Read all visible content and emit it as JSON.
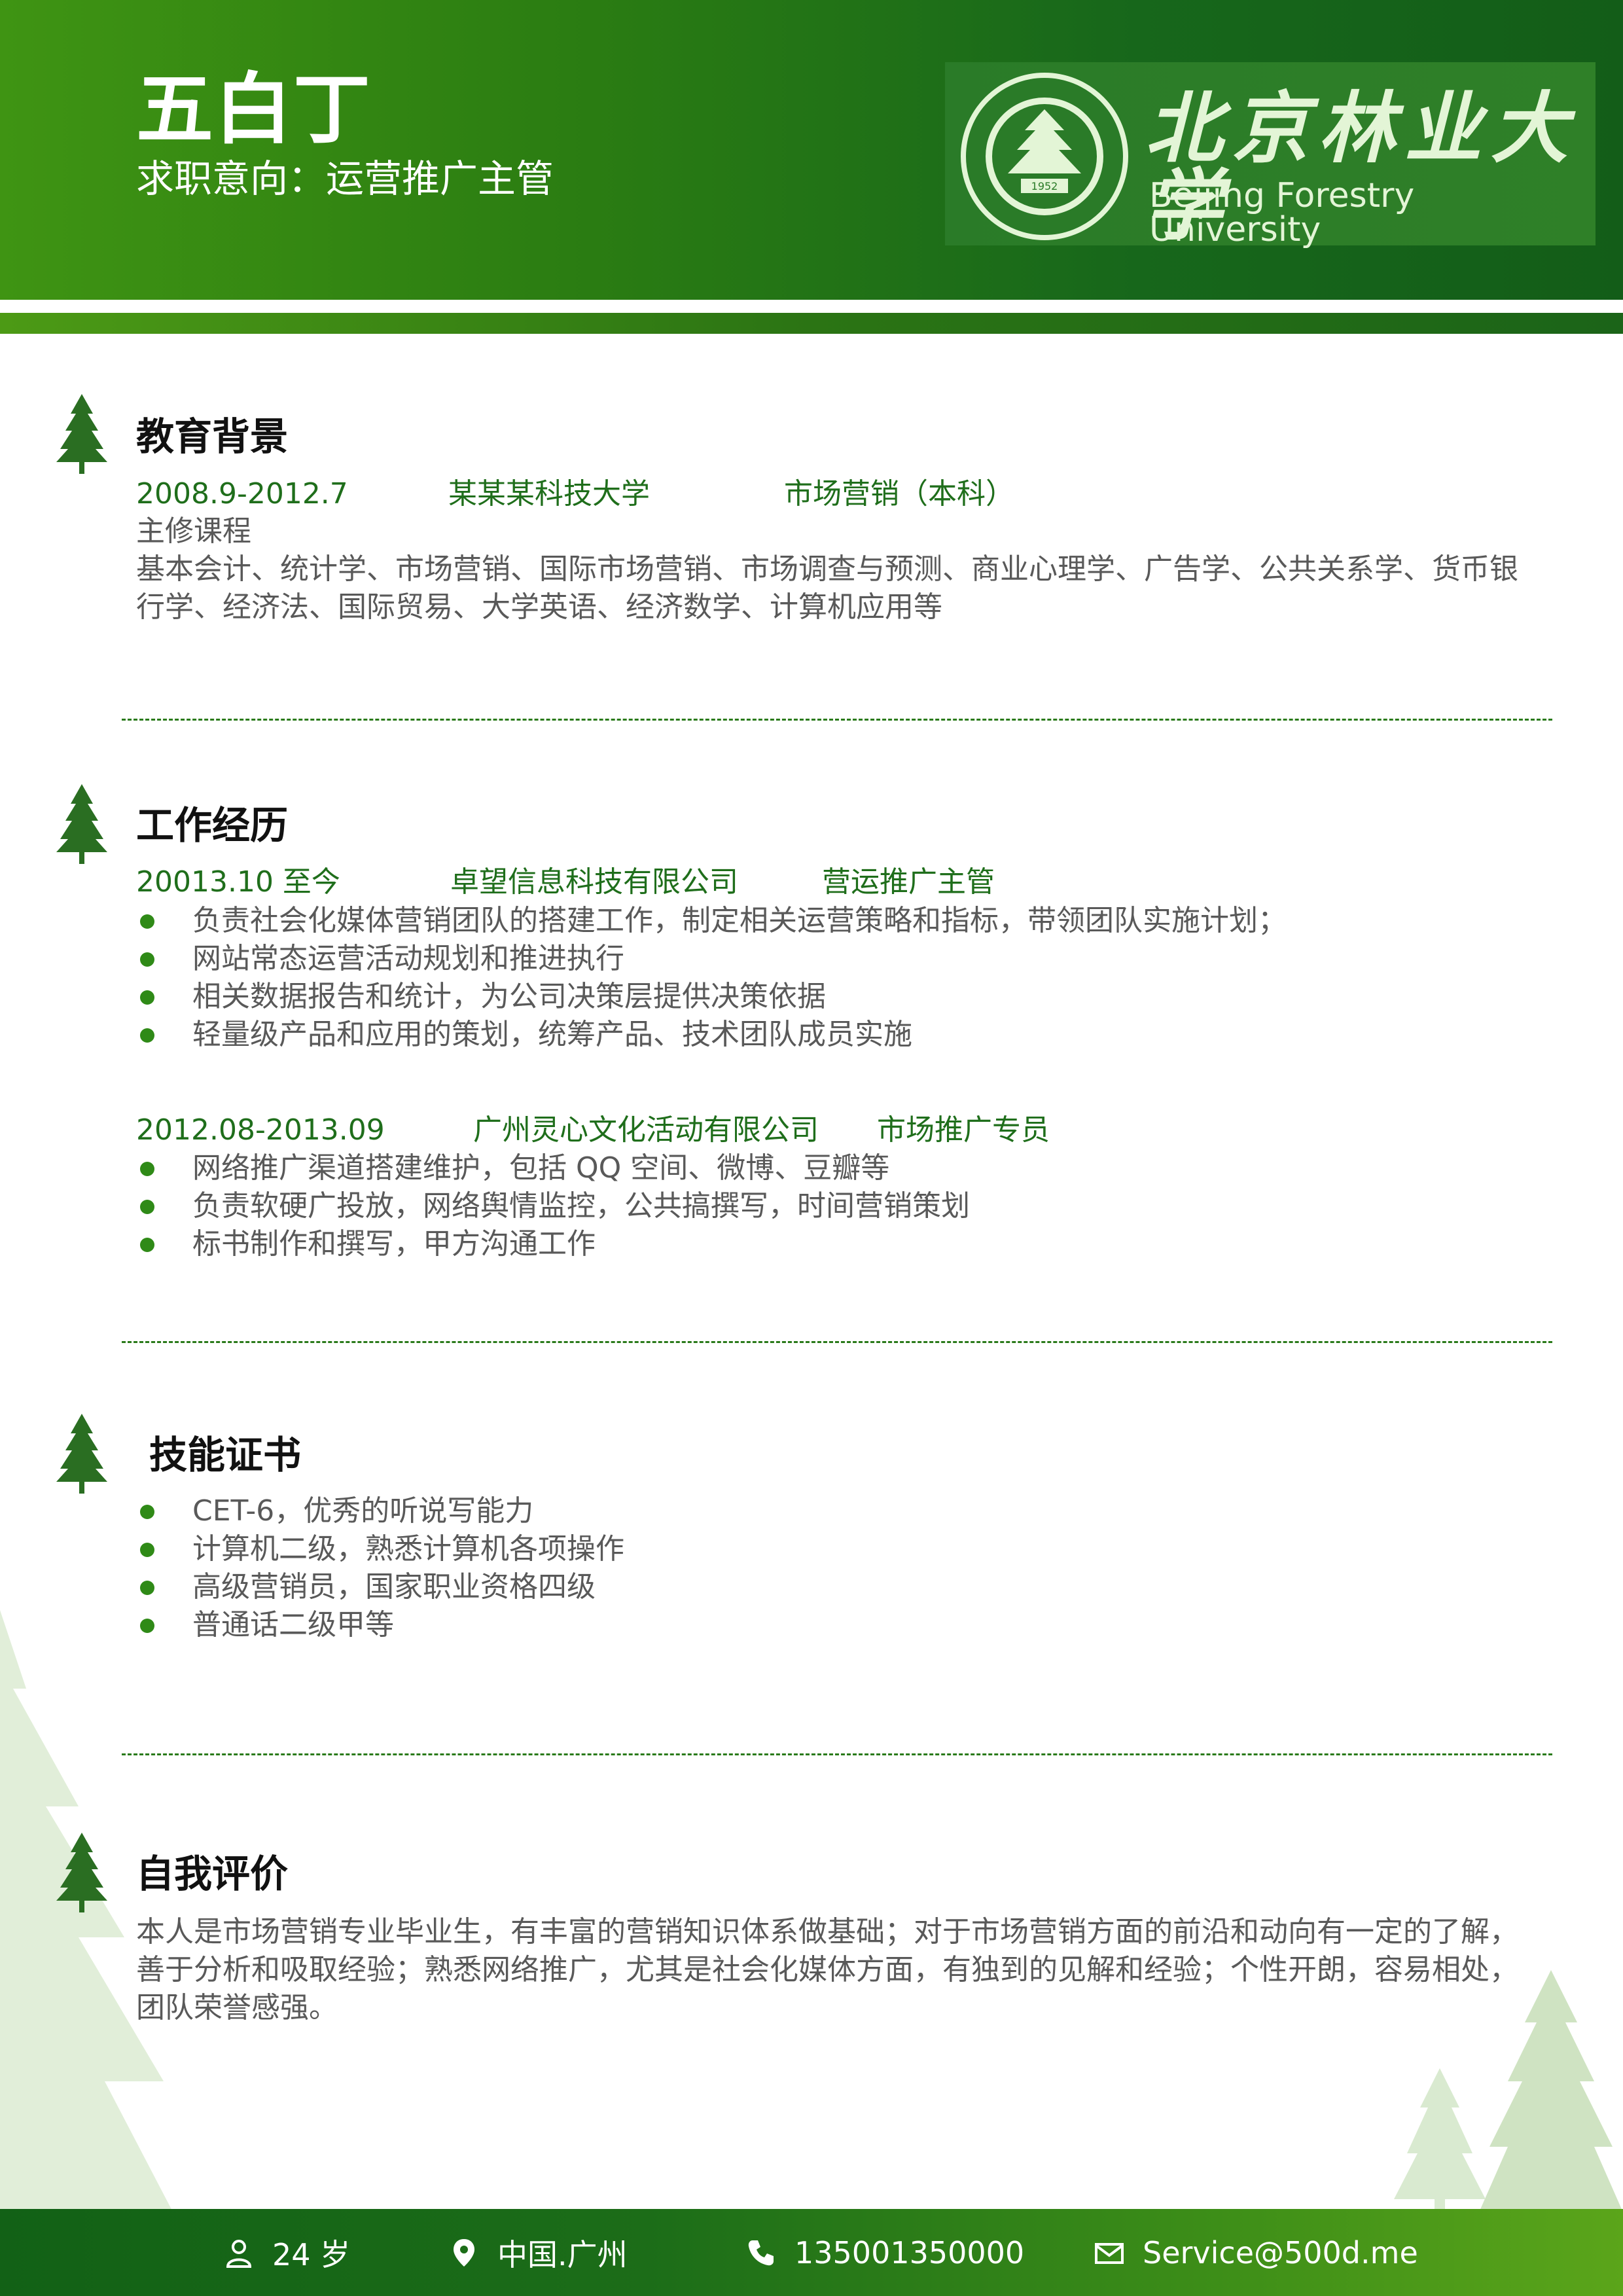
{
  "header": {
    "name": "五白丁",
    "intent": "求职意向：运营推广主管",
    "logo": {
      "cn": "北京林业大学",
      "en": "Beijing Forestry University"
    }
  },
  "education": {
    "title": "教育背景",
    "period": "2008.9-2012.7",
    "school": "某某某科技大学",
    "major": "市场营销（本科）",
    "courses_label": "主修课程",
    "courses_line1": "基本会计、统计学、市场营销、国际市场营销、市场调查与预测、商业心理学、广告学、公共关系学、货币银",
    "courses_line2": "行学、经济法、国际贸易、大学英语、经济数学、计算机应用等"
  },
  "work": {
    "title": "工作经历",
    "jobs": [
      {
        "period": "20013.10 至今",
        "company": "卓望信息科技有限公司",
        "position": "营运推广主管",
        "duties": [
          "负责社会化媒体营销团队的搭建工作，制定相关运营策略和指标，带领团队实施计划；",
          "网站常态运营活动规划和推进执行",
          "相关数据报告和统计，为公司决策层提供决策依据",
          "轻量级产品和应用的策划，统筹产品、技术团队成员实施"
        ]
      },
      {
        "period": "2012.08-2013.09",
        "company": "广州灵心文化活动有限公司",
        "position": "市场推广专员",
        "duties": [
          "网络推广渠道搭建维护，包括 QQ 空间、微博、豆瓣等",
          "负责软硬广投放，网络舆情监控，公共搞撰写，时间营销策划",
          "标书制作和撰写，甲方沟通工作"
        ]
      }
    ]
  },
  "skills": {
    "title": "技能证书",
    "items": [
      "CET-6，优秀的听说写能力",
      "计算机二级，熟悉计算机各项操作",
      "高级营销员，国家职业资格四级",
      "普通话二级甲等"
    ]
  },
  "self_eval": {
    "title": "自我评价",
    "line1": "本人是市场营销专业毕业生，有丰富的营销知识体系做基础；对于市场营销方面的前沿和动向有一定的了解，",
    "line2": "善于分析和吸取经验；熟悉网络推广，尤其是社会化媒体方面，有独到的见解和经验；个性开朗，容易相处，",
    "line3": "团队荣誉感强。"
  },
  "footer": {
    "age": "24 岁",
    "location": "中国.广州",
    "phone": "135001350000",
    "email": "Service@500d.me"
  },
  "colors": {
    "primary_green": "#1f6e1b",
    "bullet_green": "#2f8a17",
    "logo_text": "#e3f5d6"
  }
}
